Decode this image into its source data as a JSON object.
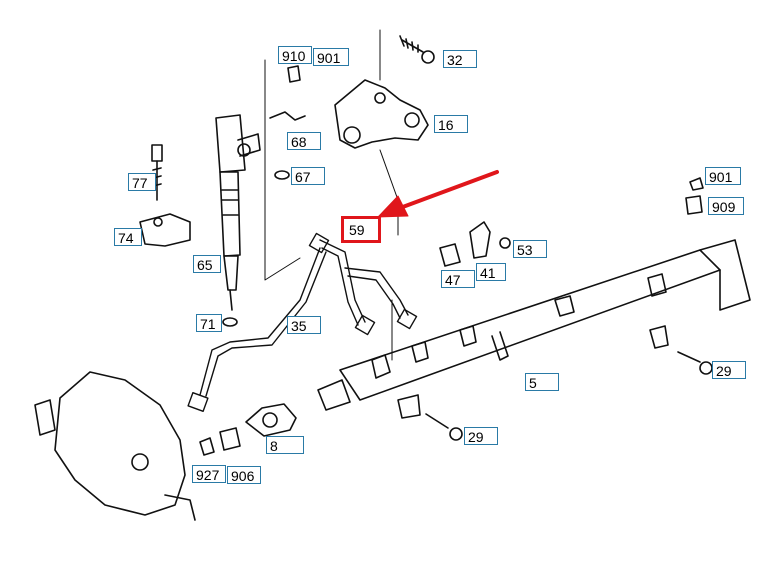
{
  "diagram": {
    "highlight_color": "#e0161b",
    "label_border_color": "#2a7aa6",
    "highlighted_part": "59",
    "labels": {
      "p910": "910",
      "p901a": "901",
      "p32": "32",
      "p16": "16",
      "p68": "68",
      "p67": "67",
      "p77": "77",
      "p74": "74",
      "p59": "59",
      "p901b": "901",
      "p909": "909",
      "p53": "53",
      "p47": "47",
      "p41": "41",
      "p65": "65",
      "p71": "71",
      "p35": "35",
      "p5": "5",
      "p29a": "29",
      "p29b": "29",
      "p8": "8",
      "p927": "927",
      "p906": "906"
    }
  }
}
